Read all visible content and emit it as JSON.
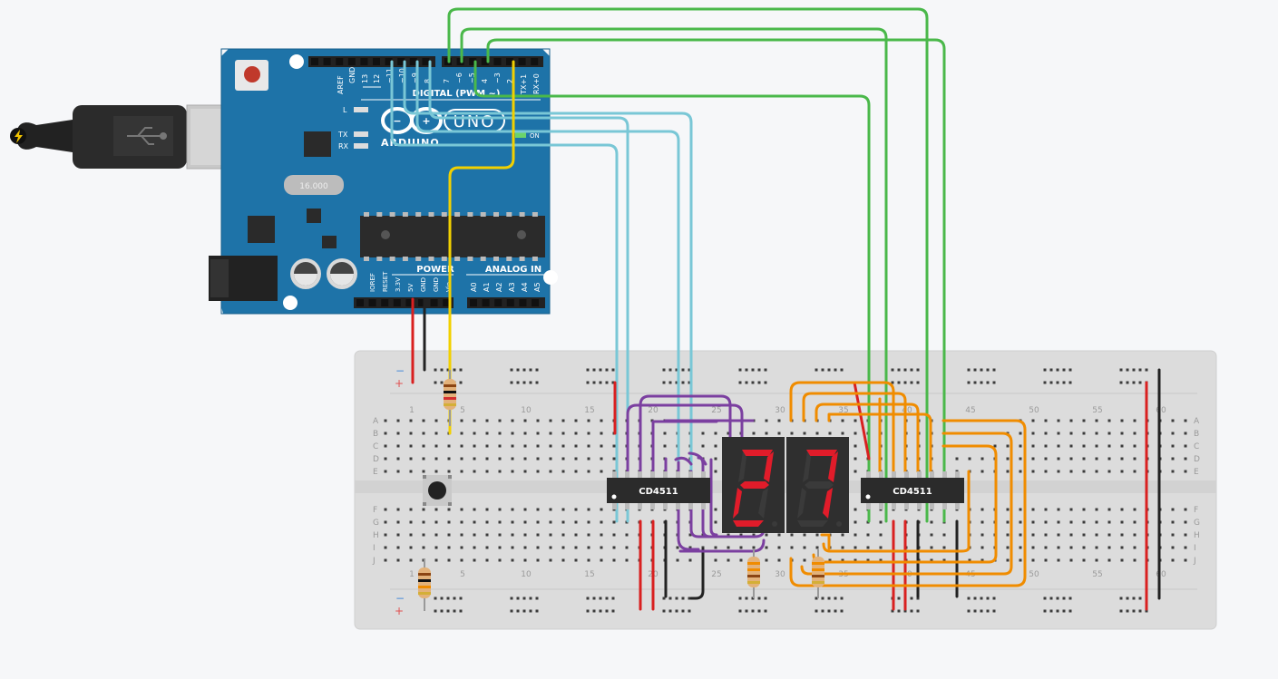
{
  "arduino": {
    "brand": "ARDUINO",
    "model": "UNO",
    "crystal": "16.000",
    "header_top_labels": [
      "AREF",
      "GND",
      "13",
      "12",
      "~11",
      "~10",
      "~9",
      "8",
      "7",
      "~6",
      "~5",
      "4",
      "~3",
      "2",
      "TX+1",
      "RX+0"
    ],
    "header_digital": "DIGITAL (PWM ~)",
    "led_labels": [
      "L",
      "TX",
      "RX"
    ],
    "on_label": "ON",
    "power_title": "POWER",
    "analog_title": "ANALOG IN",
    "power_pins": [
      "IOREF",
      "RESET",
      "3.3V",
      "5V",
      "GND",
      "GND",
      "Vin"
    ],
    "analog_pins": [
      "A0",
      "A1",
      "A2",
      "A3",
      "A4",
      "A5"
    ]
  },
  "breadboard": {
    "rail_minus": "−",
    "rail_plus": "+",
    "column_numbers": [
      "1",
      "5",
      "10",
      "15",
      "20",
      "25",
      "30",
      "35",
      "40",
      "45",
      "50",
      "55",
      "60"
    ],
    "row_letters_top": [
      "A",
      "B",
      "C",
      "D",
      "E"
    ],
    "row_letters_bottom": [
      "F",
      "G",
      "H",
      "I",
      "J"
    ]
  },
  "chips": [
    {
      "label": "CD4511"
    },
    {
      "label": "CD4511"
    }
  ],
  "display": {
    "digits": [
      "2",
      "7"
    ]
  },
  "colors": {
    "arduino_blue": "#1e73a8",
    "wire_cyan": "#79c7d6",
    "wire_green": "#4ab84a",
    "wire_purple": "#7b3fa0",
    "wire_orange": "#f08c00",
    "wire_red": "#d92020",
    "wire_black": "#222222",
    "wire_yellow": "#f2d000",
    "segment_on": "#e11c2a",
    "segment_off": "#3a3a3a"
  },
  "icons": [
    "usb-icon",
    "lightning-icon",
    "reset-button-icon",
    "push-button-icon"
  ]
}
